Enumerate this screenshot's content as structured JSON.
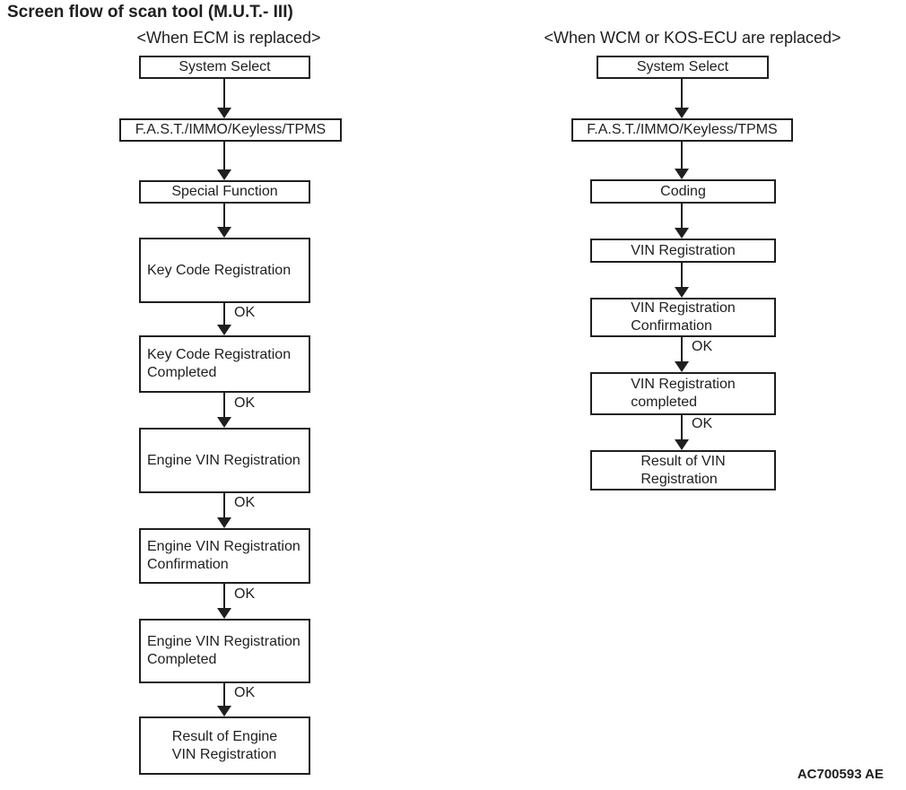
{
  "title": "Screen flow of scan tool (M.U.T.- III)",
  "figure_code": "AC700593 AE",
  "colors": {
    "ink": "#1f1f1f",
    "background": "#ffffff"
  },
  "left_flow": {
    "header": "<When ECM is replaced>",
    "nodes": [
      {
        "label": "System Select"
      },
      {
        "label": "F.A.S.T./IMMO/Keyless/TPMS"
      },
      {
        "label": "Special Function"
      },
      {
        "label": "Key Code Registration",
        "ok_after": "OK"
      },
      {
        "label": "Key Code Registration\nCompleted",
        "ok_after": "OK"
      },
      {
        "label": "Engine VIN Registration",
        "ok_after": "OK"
      },
      {
        "label": "Engine VIN Registration\nConfirmation",
        "ok_after": "OK"
      },
      {
        "label": "Engine VIN Registration\nCompleted",
        "ok_after": "OK"
      },
      {
        "label": "Result of Engine\nVIN Registration"
      }
    ]
  },
  "right_flow": {
    "header": "<When WCM or KOS-ECU are replaced>",
    "nodes": [
      {
        "label": "System Select"
      },
      {
        "label": "F.A.S.T./IMMO/Keyless/TPMS"
      },
      {
        "label": "Coding"
      },
      {
        "label": "VIN Registration"
      },
      {
        "label": "VIN Registration\nConfirmation",
        "ok_after": "OK"
      },
      {
        "label": "VIN Registration\ncompleted",
        "ok_after": "OK"
      },
      {
        "label": "Result of VIN\nRegistration"
      }
    ]
  }
}
